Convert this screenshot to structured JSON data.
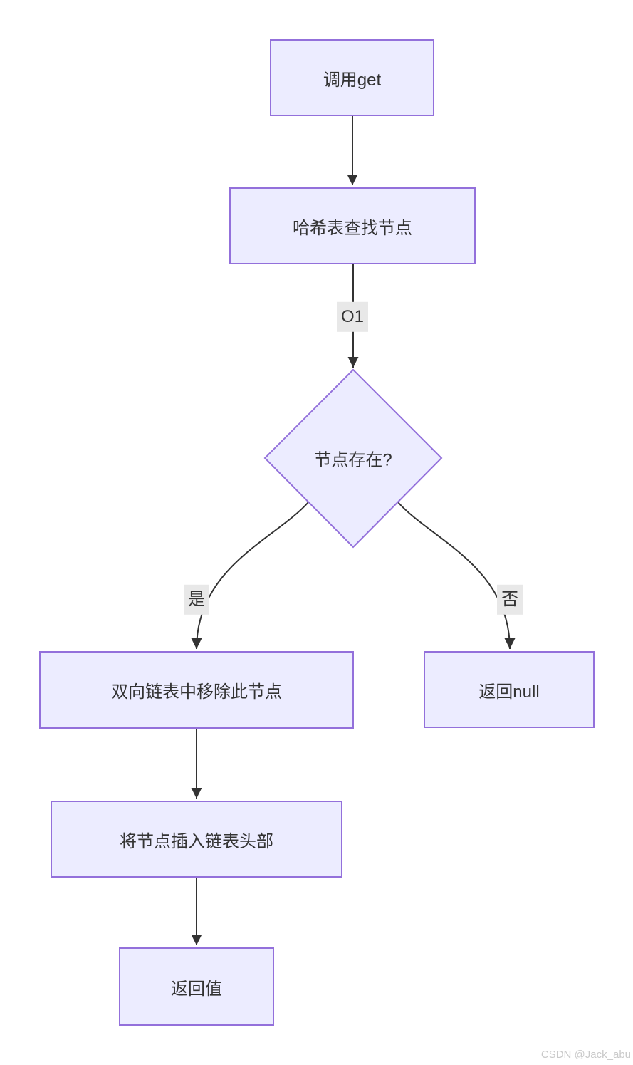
{
  "diagram": {
    "type": "flowchart",
    "direction": "top-down",
    "nodes": [
      {
        "id": "call-get",
        "shape": "rect",
        "label": "调用get"
      },
      {
        "id": "hash-lookup",
        "shape": "rect",
        "label": "哈希表查找节点"
      },
      {
        "id": "node-exists",
        "shape": "diamond",
        "label": "节点存在?"
      },
      {
        "id": "remove-node",
        "shape": "rect",
        "label": "双向链表中移除此节点"
      },
      {
        "id": "return-null",
        "shape": "rect",
        "label": "返回null"
      },
      {
        "id": "insert-head",
        "shape": "rect",
        "label": "将节点插入链表头部"
      },
      {
        "id": "return-value",
        "shape": "rect",
        "label": "返回值"
      }
    ],
    "edges": [
      {
        "from": "call-get",
        "to": "hash-lookup",
        "label": ""
      },
      {
        "from": "hash-lookup",
        "to": "node-exists",
        "label": "O1"
      },
      {
        "from": "node-exists",
        "to": "remove-node",
        "label": "是"
      },
      {
        "from": "node-exists",
        "to": "return-null",
        "label": "否"
      },
      {
        "from": "remove-node",
        "to": "insert-head",
        "label": ""
      },
      {
        "from": "insert-head",
        "to": "return-value",
        "label": ""
      }
    ],
    "colors": {
      "node_fill": "#ECECFF",
      "node_border": "#9370DB",
      "edge_color": "#333333",
      "edge_label_bg": "#e8e8e8",
      "text": "#333333",
      "watermark_text": "#c9c9c9"
    }
  },
  "watermark": "CSDN @Jack_abu"
}
